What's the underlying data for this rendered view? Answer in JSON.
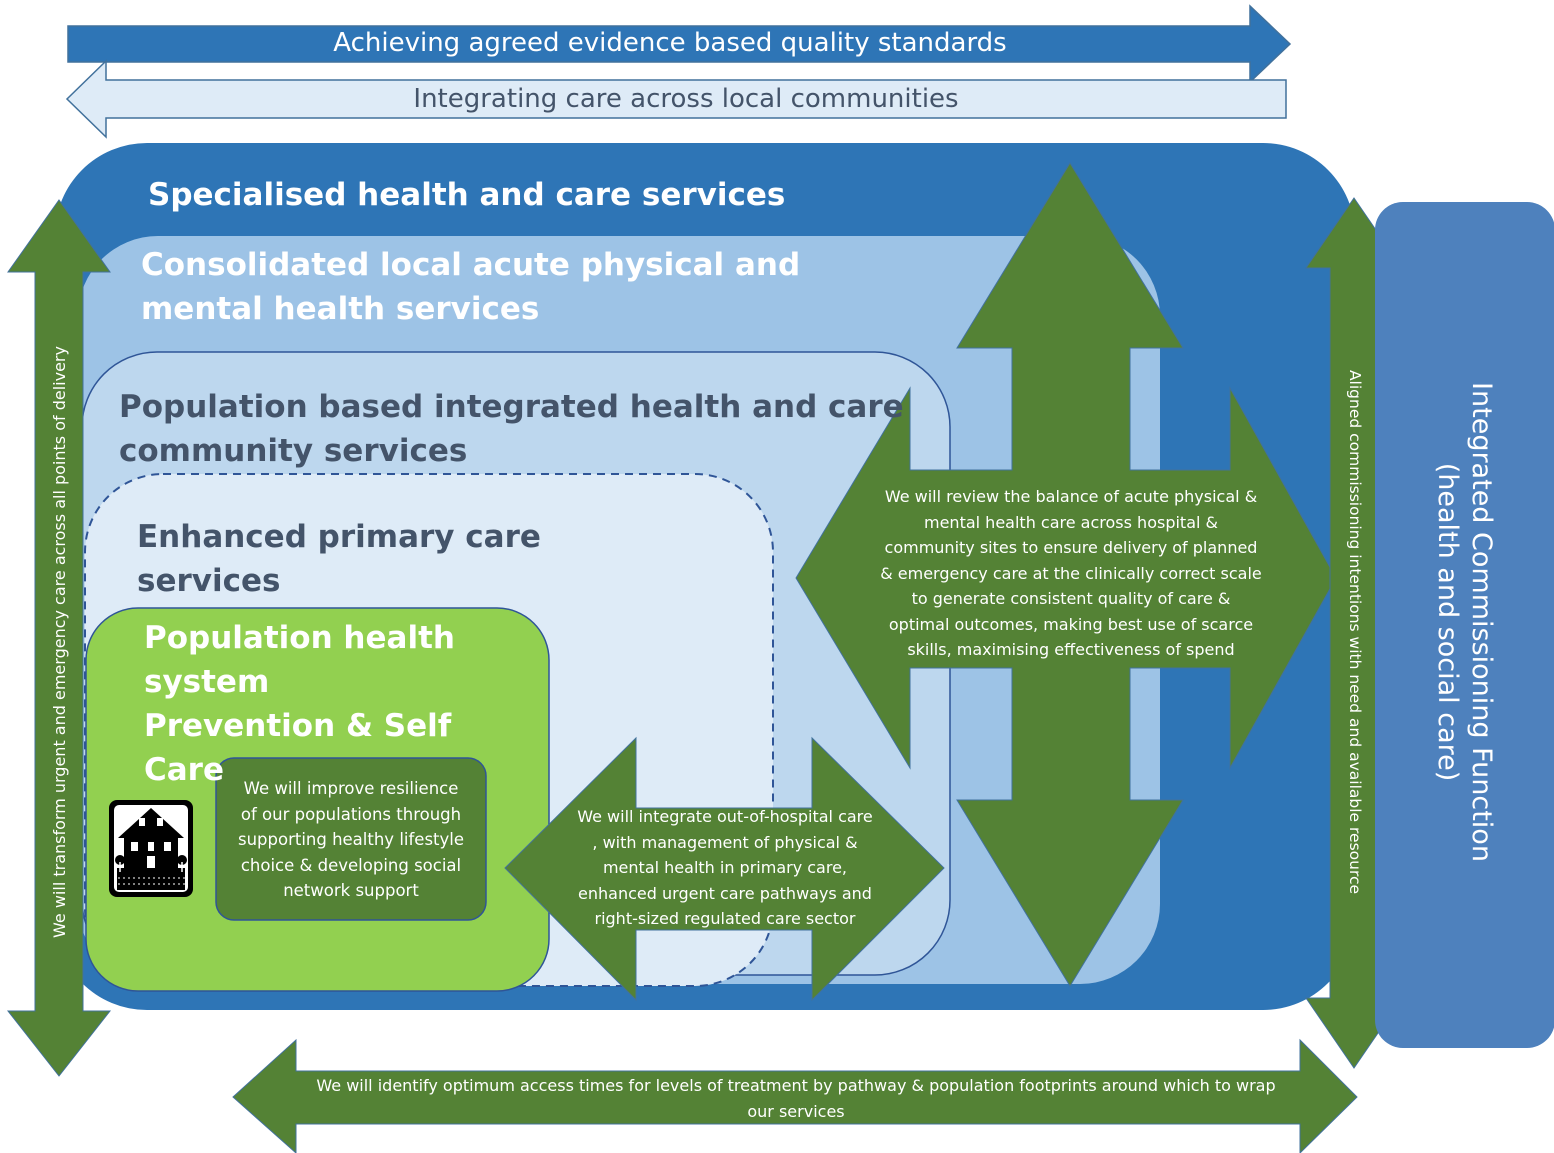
{
  "banners": {
    "top": "Achieving agreed evidence based quality standards",
    "second": "Integrating care across local communities"
  },
  "tiers": {
    "specialised": "Specialised health and care services",
    "consolidated_line1": "Consolidated local acute physical and",
    "consolidated_line2": "mental health services",
    "population_line1": "Population based integrated health and care",
    "population_line2": "community services",
    "enhanced_line1": "Enhanced primary care",
    "enhanced_line2": "services",
    "prevention_line1": "Population health",
    "prevention_line2": "system",
    "prevention_line3": "Prevention & Self",
    "prevention_line4": "Care"
  },
  "resilience": {
    "line1": "We will  improve resilience",
    "line2": "of our populations through",
    "line3": "supporting healthy lifestyle",
    "line4": "choice & developing social",
    "line5": "network support"
  },
  "integrate_arrow": {
    "line1": "We will integrate out-of-hospital care",
    "line2": ", with management of physical &",
    "line3": "mental health in primary care,",
    "line4": "enhanced urgent care pathways and",
    "line5": "right-sized regulated care sector"
  },
  "review_arrow": {
    "line1": "We will review the balance of acute physical &",
    "line2": "mental health care  across hospital &",
    "line3": "community sites to ensure  delivery of planned",
    "line4": "& emergency care at the clinically correct scale",
    "line5": "to generate consistent quality of care &",
    "line6": "optimal outcomes, making best use of scarce",
    "line7": "skills, maximising effectiveness of spend"
  },
  "left_arrow": "We will transform urgent and emergency care across all points of delivery",
  "right_arrow": "Aligned commissioning intentions with need and available resource",
  "commissioning": {
    "line1": "Integrated Commissioning Function",
    "line2": "(health and social care)"
  },
  "bottom_arrow": {
    "line1": "We will identify optimum access times for levels of treatment by pathway & population footprints around which to wrap",
    "line2": "our services"
  },
  "icons": {
    "house": "house-icon"
  },
  "colors": {
    "dark_blue": "#2E75B6",
    "light_blue": "#9DC3E6",
    "paler_blue": "#BDD7EE",
    "palest_blue": "#DEEBF7",
    "lime_green": "#92D050",
    "dark_green": "#548235",
    "commissioning_blue": "#4E81BD",
    "tier_text": "#44546A"
  }
}
